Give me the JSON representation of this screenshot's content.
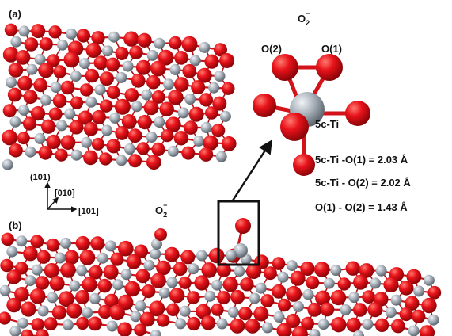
{
  "panels": {
    "a_label": "(a)",
    "b_label": "(b)"
  },
  "axes": {
    "vertical": "(101)",
    "depth": "[010]",
    "horizontal": "[1̄01]"
  },
  "molecule": {
    "species": "O",
    "species_sub": "2",
    "species_sup": "−",
    "o2_label": "O(2)",
    "o1_label": "O(1)",
    "ti_label": "5c-Ti"
  },
  "surface_label": {
    "species": "O",
    "species_sub": "2",
    "species_sup": "−"
  },
  "distances": [
    "5c-Ti -O(1) = 2.03 Å",
    "5c-Ti - O(2) = 2.02 Å",
    "O(1) - O(2) = 1.43 Å"
  ],
  "colors": {
    "oxygen": "#e8121a",
    "titanium": "#a9b1bb",
    "text": "#111111"
  }
}
